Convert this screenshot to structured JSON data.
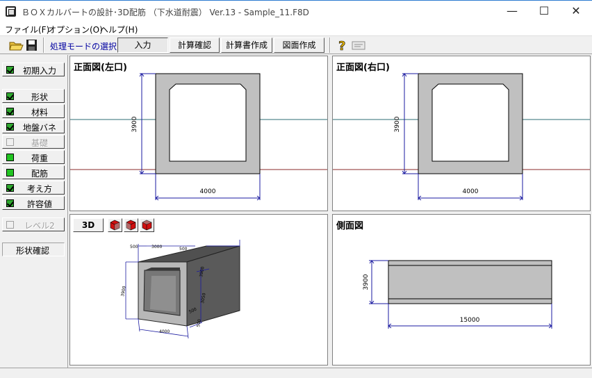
{
  "window": {
    "title": "ＢＯＸカルバートの設計･3D配筋 （下水道耐震） Ver.13 - Sample_11.F8D",
    "minimize": "—",
    "maximize": "☐",
    "close": "✕"
  },
  "menu": [
    "ファイル(F)",
    "オプション(O)",
    "ヘルプ(H)"
  ],
  "toolbar": {
    "mode_label": "処理モードの選択",
    "buttons": [
      "入力",
      "計算確認",
      "計算書作成",
      "図面作成"
    ]
  },
  "sidebar": {
    "items": [
      {
        "label": "初期入力",
        "state": "checked"
      },
      {
        "label": "形状",
        "state": "checked"
      },
      {
        "label": "材料",
        "state": "checked"
      },
      {
        "label": "地盤バネ",
        "state": "checked"
      },
      {
        "label": "基礎",
        "state": "disabled"
      },
      {
        "label": "荷重",
        "state": "plain"
      },
      {
        "label": "配筋",
        "state": "plain"
      },
      {
        "label": "考え方",
        "state": "checked"
      },
      {
        "label": "許容値",
        "state": "checked"
      },
      {
        "label": "レベル2",
        "state": "disabled"
      },
      {
        "label": "形状確認",
        "state": "flat"
      }
    ]
  },
  "panes": {
    "front_left": {
      "title": "正面図(左口)",
      "height_dim": "3900",
      "width_dim": "4000"
    },
    "front_right": {
      "title": "正面図(右口)",
      "height_dim": "3900",
      "width_dim": "4000"
    },
    "view3d": {
      "button": "3D",
      "dims": {
        "d1": "500",
        "d2": "3000",
        "d3": "500",
        "h1": "3900",
        "h2": "3050",
        "h3": "3900",
        "h4": "500",
        "w": "4000",
        "t": "500"
      }
    },
    "side": {
      "title": "側面図",
      "height_dim": "3900",
      "length_dim": "15000"
    }
  },
  "colors": {
    "ground_line": "#2c6e73",
    "base_line": "#8b2a2a",
    "concrete": "#c0c0c0",
    "dim_line": "#1a1aa0"
  }
}
